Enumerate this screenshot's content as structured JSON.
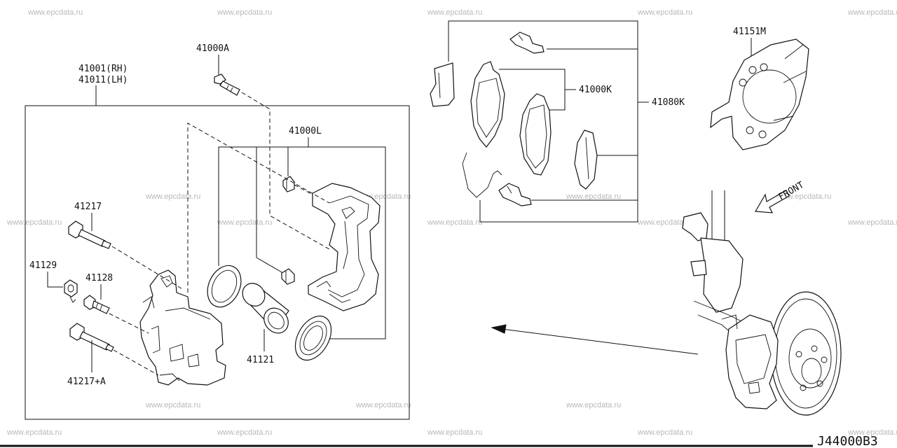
{
  "diagram": {
    "watermark": "www.epcdata.ru",
    "diagram_code": "J44000B3",
    "labels": {
      "caliper_rh": "41001(RH)",
      "caliper_lh": "41011(LH)",
      "bolt_kit": "41000A",
      "seal_kit": "41000L",
      "pin_bolt": "41217",
      "pin_bolt_a": "41217+A",
      "bleeder_cap": "41129",
      "bleeder_screw": "41128",
      "piston": "41121",
      "pad_kit": "41000K",
      "pad_hardware_kit": "41080K",
      "baffle_plate": "41151M",
      "front_direction": "FRONT"
    }
  }
}
